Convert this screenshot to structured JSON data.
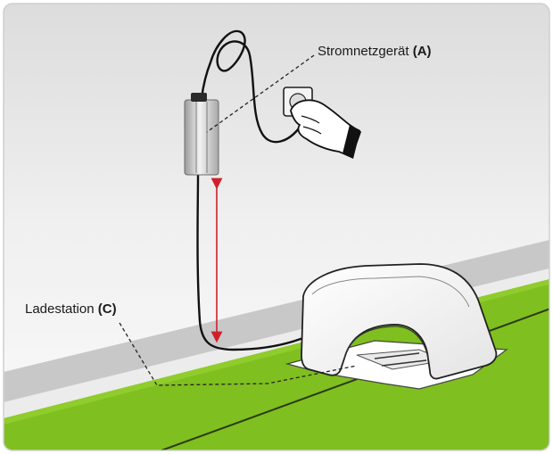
{
  "labels": {
    "power_supply": {
      "text": "Stromnetzgerät",
      "tag": "(A)"
    },
    "charging_station": {
      "text": "Ladestation",
      "tag": "(C)"
    }
  },
  "colors": {
    "lawn": "#7fbf1f",
    "lawn_dark": "#6aa816",
    "wall_top": "#e6e6e6",
    "wall_bottom": "#f7f7f7",
    "curb": "#c8c8c8",
    "arrow": "#d0202a",
    "cable": "#111111"
  },
  "icons": [
    "power-supply-unit-icon",
    "wall-socket-icon",
    "hand-plug-icon",
    "charging-station-icon",
    "distance-arrow-icon"
  ]
}
